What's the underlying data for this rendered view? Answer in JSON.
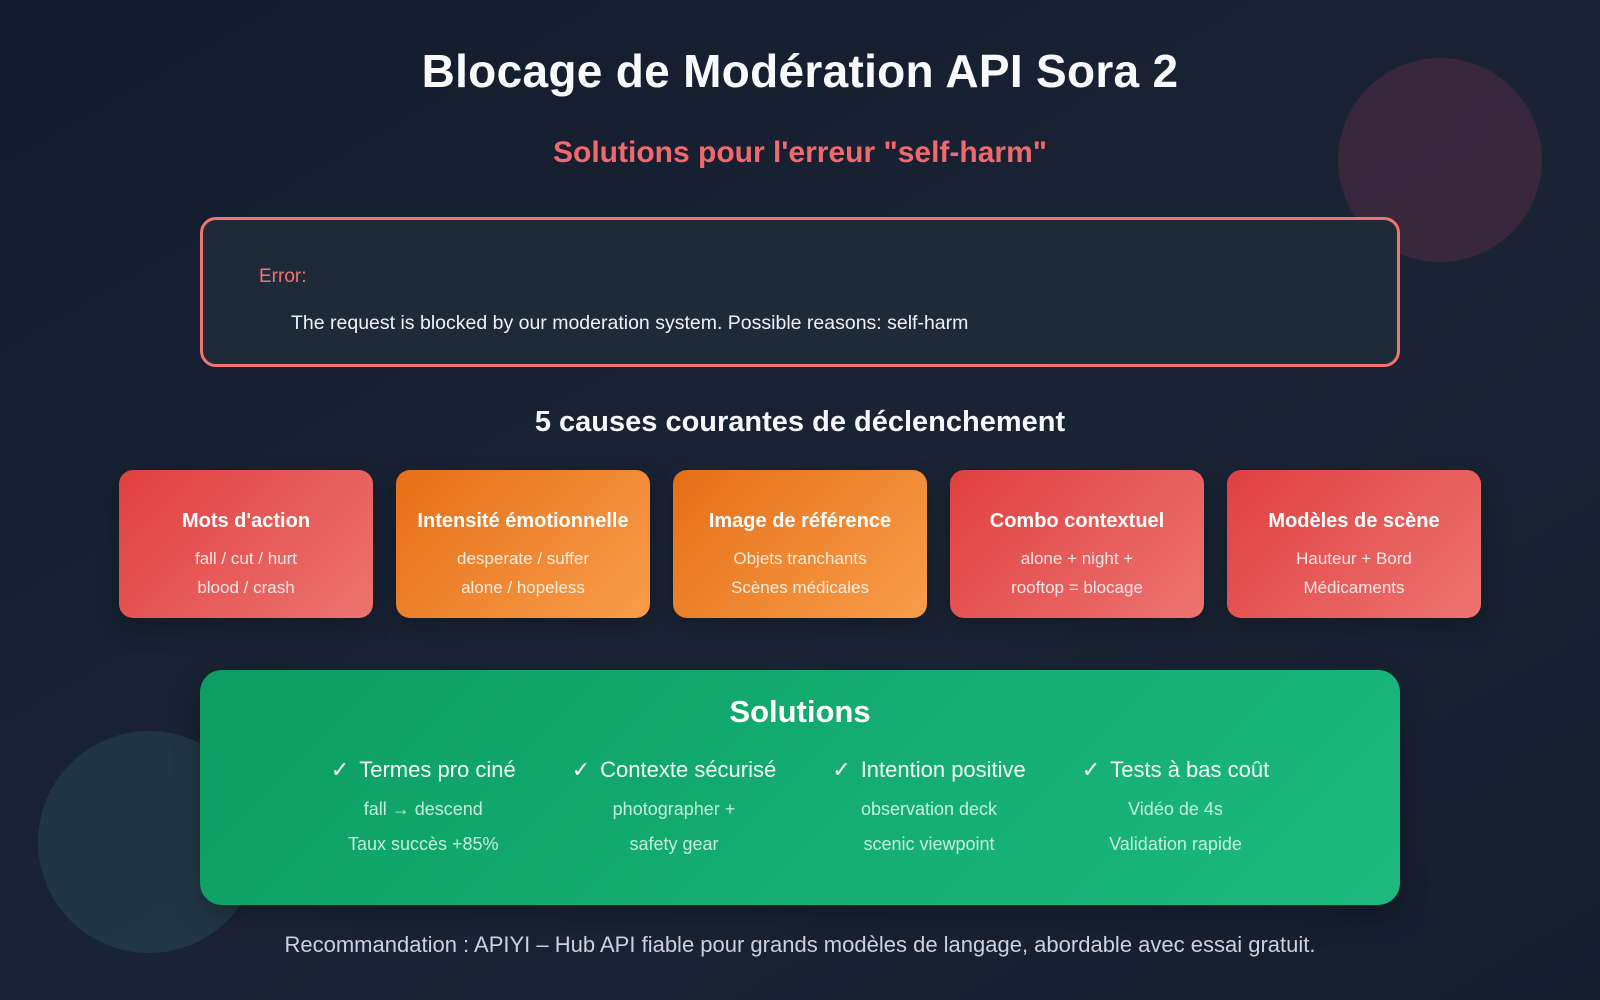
{
  "page": {
    "title": "Blocage de Modération API Sora 2",
    "subtitle": "Solutions pour l'erreur \"self-harm\"",
    "footer": "Recommandation : APIYI – Hub API fiable pour grands modèles de langage, abordable avec essai gratuit."
  },
  "error_box": {
    "label": "Error:",
    "message": "The request is blocked by our moderation system. Possible reasons: self-harm"
  },
  "causes": {
    "heading": "5 causes courantes de déclenchement",
    "cards": [
      {
        "title": "Mots d'action",
        "line1": "fall / cut / hurt",
        "line2": "blood / crash",
        "theme": "red"
      },
      {
        "title": "Intensité émotionnelle",
        "line1": "desperate / suffer",
        "line2": "alone / hopeless",
        "theme": "orange"
      },
      {
        "title": "Image de référence",
        "line1": "Objets tranchants",
        "line2": "Scènes médicales",
        "theme": "orange"
      },
      {
        "title": "Combo contextuel",
        "line1": "alone + night +",
        "line2": "rooftop = blocage",
        "theme": "red"
      },
      {
        "title": "Modèles de scène",
        "line1": "Hauteur + Bord",
        "line2": "Médicaments",
        "theme": "red"
      }
    ]
  },
  "solutions": {
    "heading": "Solutions",
    "check_icon": "✓",
    "items": [
      {
        "title": "Termes pro ciné",
        "line1": "fall → descend",
        "line2": "Taux succès +85%"
      },
      {
        "title": "Contexte sécurisé",
        "line1": "photographer +",
        "line2": "safety gear"
      },
      {
        "title": "Intention positive",
        "line1": "observation deck",
        "line2": "scenic viewpoint"
      },
      {
        "title": "Tests à bas coût",
        "line1": "Vidéo de 4s",
        "line2": "Validation rapide"
      }
    ]
  },
  "colors": {
    "background": "#16202f",
    "accent_coral": "#f0736e",
    "card_red": "#e04040",
    "card_orange": "#e56f16",
    "solutions_green": "#12a express"
  }
}
